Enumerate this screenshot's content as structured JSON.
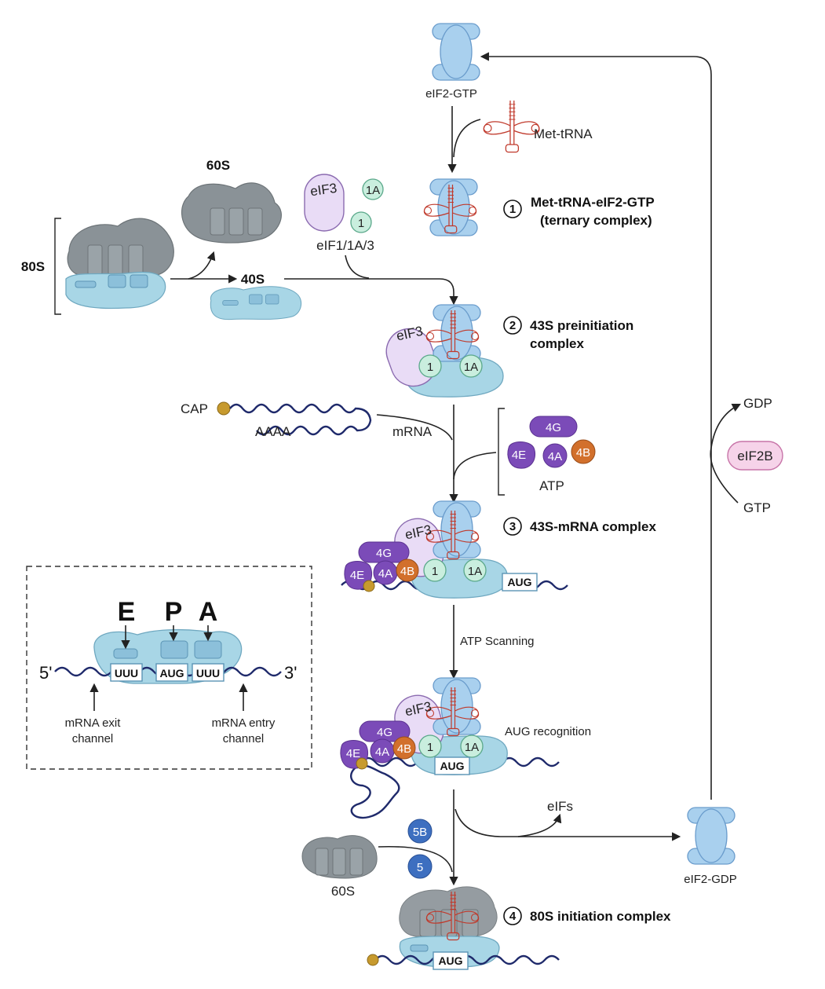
{
  "labels": {
    "eif2_gtp": "eIF2-GTP",
    "met_trna": "Met-tRNA",
    "s60_top": "60S",
    "s80": "80S",
    "s40": "40S",
    "eif3": "eIF3",
    "f1a": "1A",
    "f1": "1",
    "eif1_1a_3": "eIF1/1A/3",
    "cap": "CAP",
    "aaaa": "AAAA",
    "mrna": "mRNA",
    "f4g": "4G",
    "f4e": "4E",
    "f4a": "4A",
    "f4b": "4B",
    "atp": "ATP",
    "aug": "AUG",
    "atp_scanning": "ATP Scanning",
    "aug_recognition": "AUG recognition",
    "eifs": "eIFs",
    "f5b": "5B",
    "f5": "5",
    "s60_bottom": "60S",
    "eif2_gdp": "eIF2-GDP",
    "gdp": "GDP",
    "gtp": "GTP",
    "eif2b": "eIF2B"
  },
  "steps": [
    {
      "num": "1",
      "title_line1": "Met-tRNA-eIF2-GTP",
      "title_line2": "(ternary complex)"
    },
    {
      "num": "2",
      "title_line1": "43S preinitiation",
      "title_line2": "complex"
    },
    {
      "num": "3",
      "title_line1": "43S-mRNA complex",
      "title_line2": ""
    },
    {
      "num": "4",
      "title_line1": "80S initiation complex",
      "title_line2": ""
    }
  ],
  "inset": {
    "site_e": "E",
    "site_p": "P",
    "site_a": "A",
    "five_prime": "5'",
    "three_prime": "3'",
    "codon_e": "UUU",
    "codon_p": "AUG",
    "codon_a": "UUU",
    "exit_line1": "mRNA exit",
    "exit_line2": "channel",
    "entry_line1": "mRNA entry",
    "entry_line2": "channel"
  },
  "colors": {
    "eif2": "#a9d0ee",
    "ribosome_small": "#a8d6e6",
    "ribosome_large": "#8a9297",
    "eif3": "#e9dcf6",
    "eif1": "#c9eede",
    "eif4_purple": "#7b4bb8",
    "eif4b_orange": "#d2702c",
    "eif5": "#3d6fc0",
    "eif2b": "#f6d3e9",
    "trna": "#c0392b",
    "mrna": "#1f2a6b",
    "cap": "#c79a2e"
  }
}
